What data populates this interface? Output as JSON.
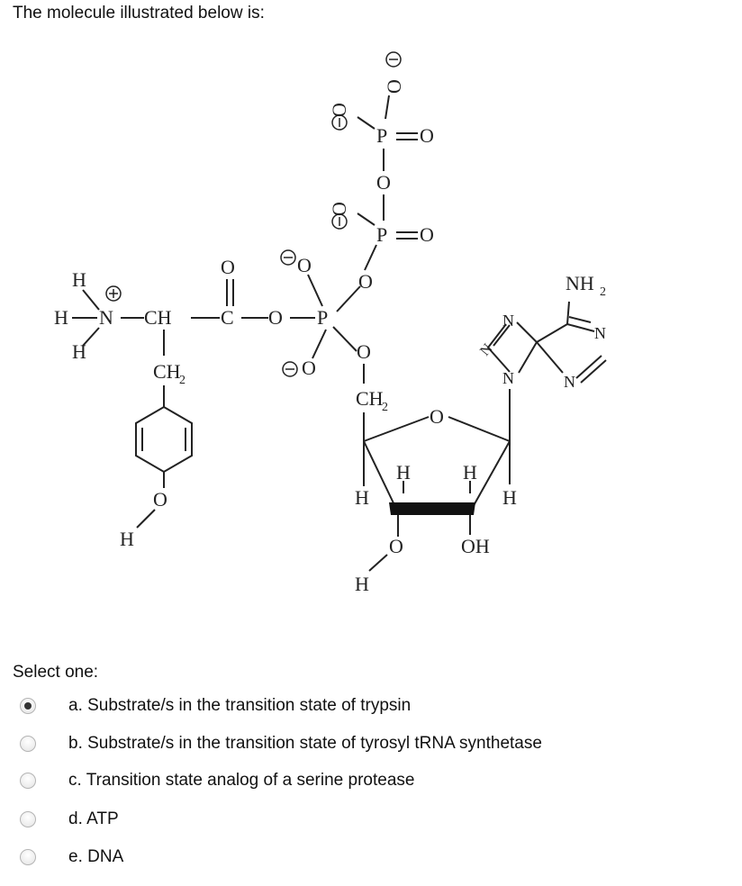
{
  "question": {
    "text": "The molecule illustrated below is:"
  },
  "molecule": {
    "tyrosine": {
      "h_top": "H",
      "h_left": "H",
      "n": "N",
      "ch": "CH",
      "c": "C",
      "o_link": "O",
      "h_bottom": "H",
      "carbonyl_o": "O",
      "ch2": "CH",
      "ch2_sub": "2",
      "phenol_o": "O",
      "phenol_h": "H"
    },
    "phosphates": {
      "alpha_p": "P",
      "o_top": "O",
      "o_right": "O",
      "o_bottom": "O",
      "o2": "O",
      "beta_p": "P",
      "beta_eq_o": "O",
      "beta_o_minus": "O",
      "bridge_o": "O",
      "gamma_p": "P",
      "gamma_eq_o": "O",
      "gamma_o_minus": "O",
      "gamma_o_top": "O"
    },
    "ribose": {
      "ch2": "CH",
      "ch2_sub": "2",
      "ring_o": "O",
      "h1": "H",
      "h2": "H",
      "h3": "H",
      "h4": "H",
      "o3": "O",
      "h_o3": "H",
      "oh": "OH"
    },
    "adenine": {
      "nh2": "NH",
      "nh2_sub": "2",
      "n1": "N",
      "n2": "N",
      "n3": "N",
      "n4": "N",
      "n5": "N"
    },
    "symbols": {
      "plus": "+",
      "minus": "−",
      "eq": "="
    }
  },
  "select_label": "Select one:",
  "options": [
    {
      "label": "a. Substrate/s in the transition state of trypsin",
      "checked": true
    },
    {
      "label": "b. Substrate/s in the transition state of tyrosyl tRNA synthetase",
      "checked": false
    },
    {
      "label": "c. Transition state analog of a serine protease",
      "checked": false
    },
    {
      "label": "d. ATP",
      "checked": false
    },
    {
      "label": "e. DNA",
      "checked": false
    }
  ]
}
